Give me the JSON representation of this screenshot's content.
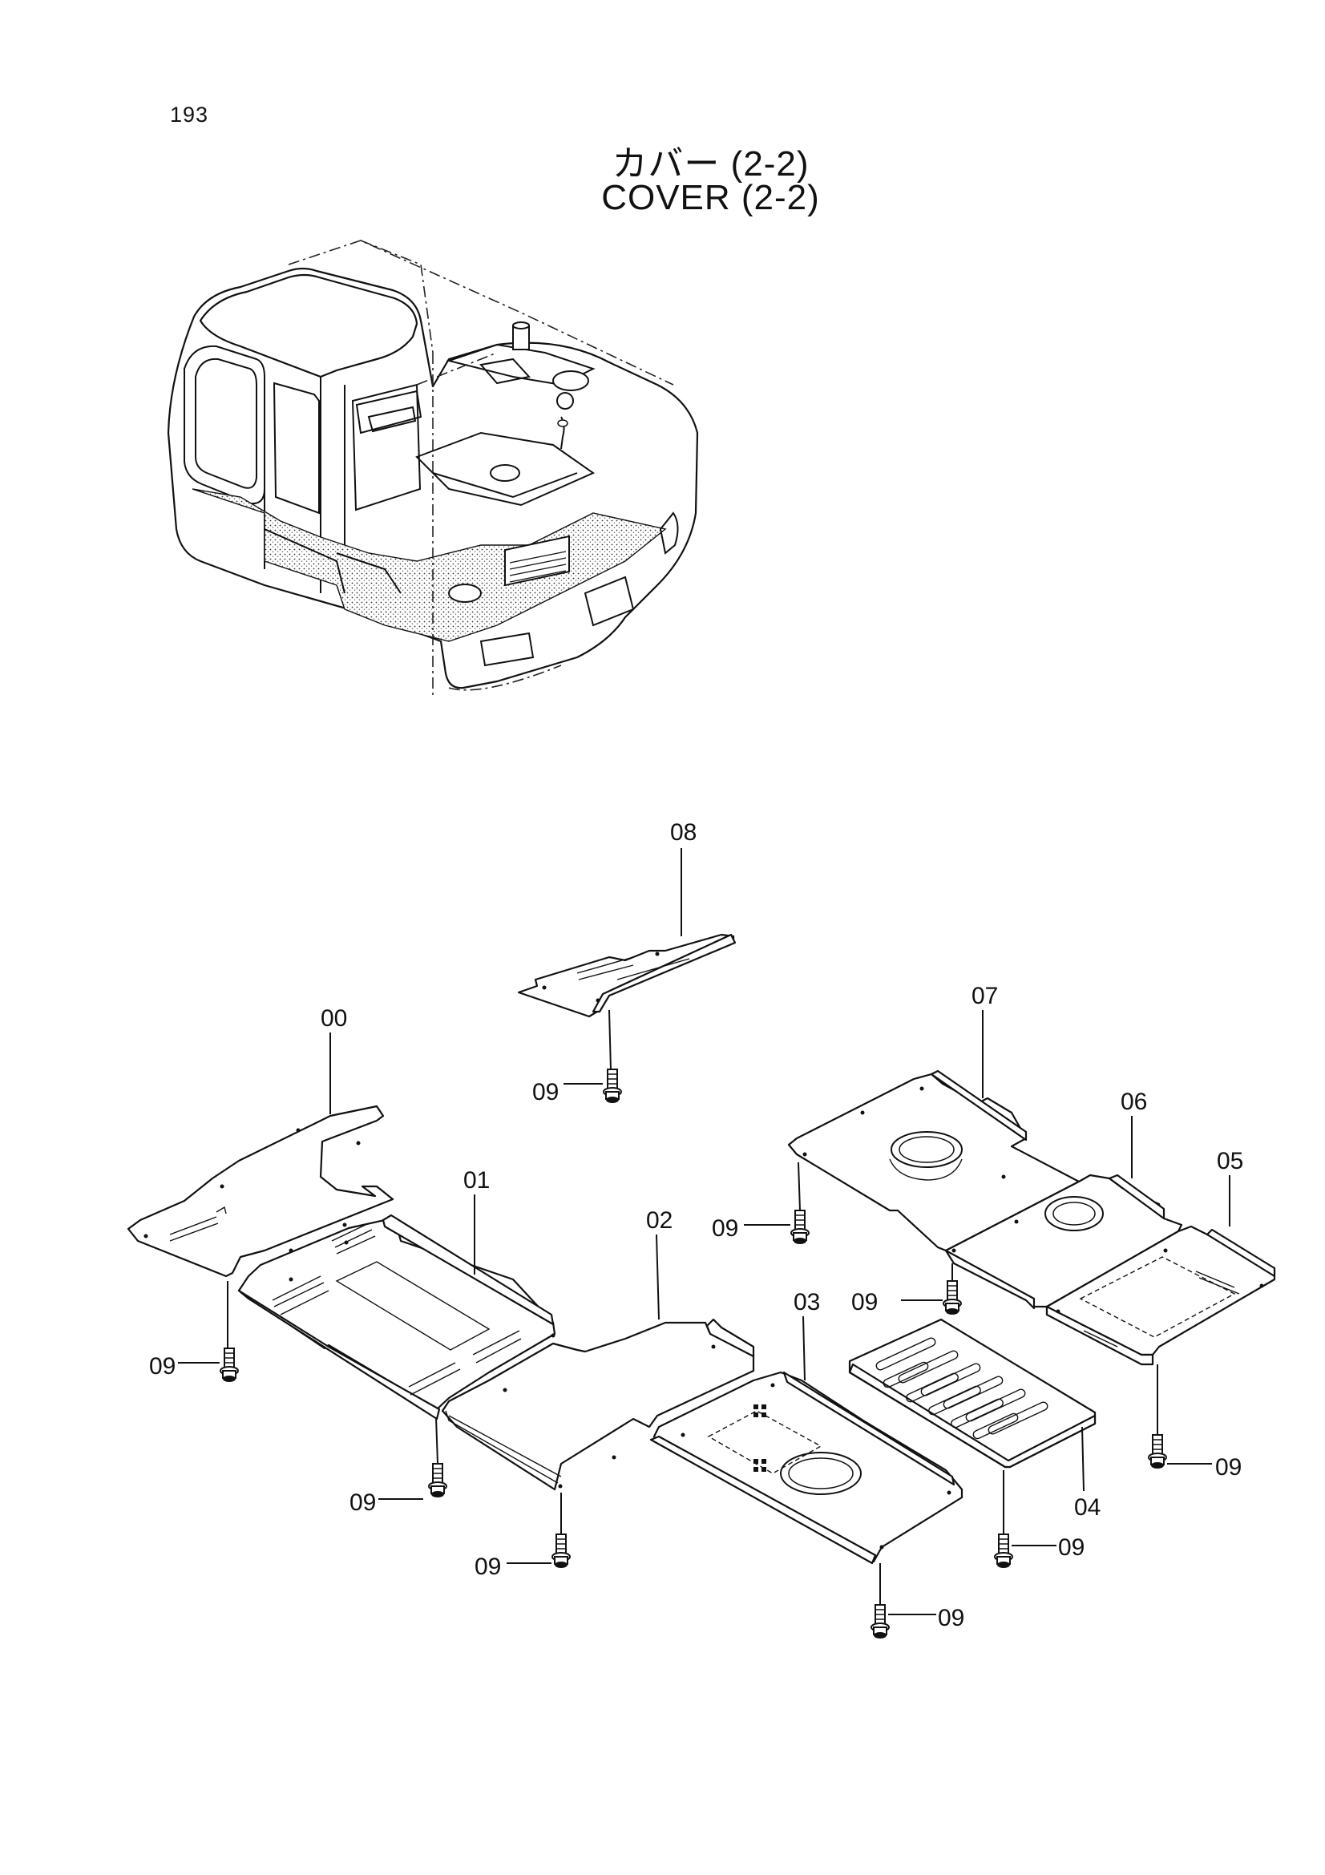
{
  "header": {
    "page_number": "193",
    "title_jp": "カバー (2-2)",
    "title_en": "COVER (2-2)"
  },
  "callouts": {
    "p00": "00",
    "p01": "01",
    "p02": "02",
    "p03": "03",
    "p04": "04",
    "p05": "05",
    "p06": "06",
    "p07": "07",
    "p08": "08",
    "p09": "09"
  }
}
